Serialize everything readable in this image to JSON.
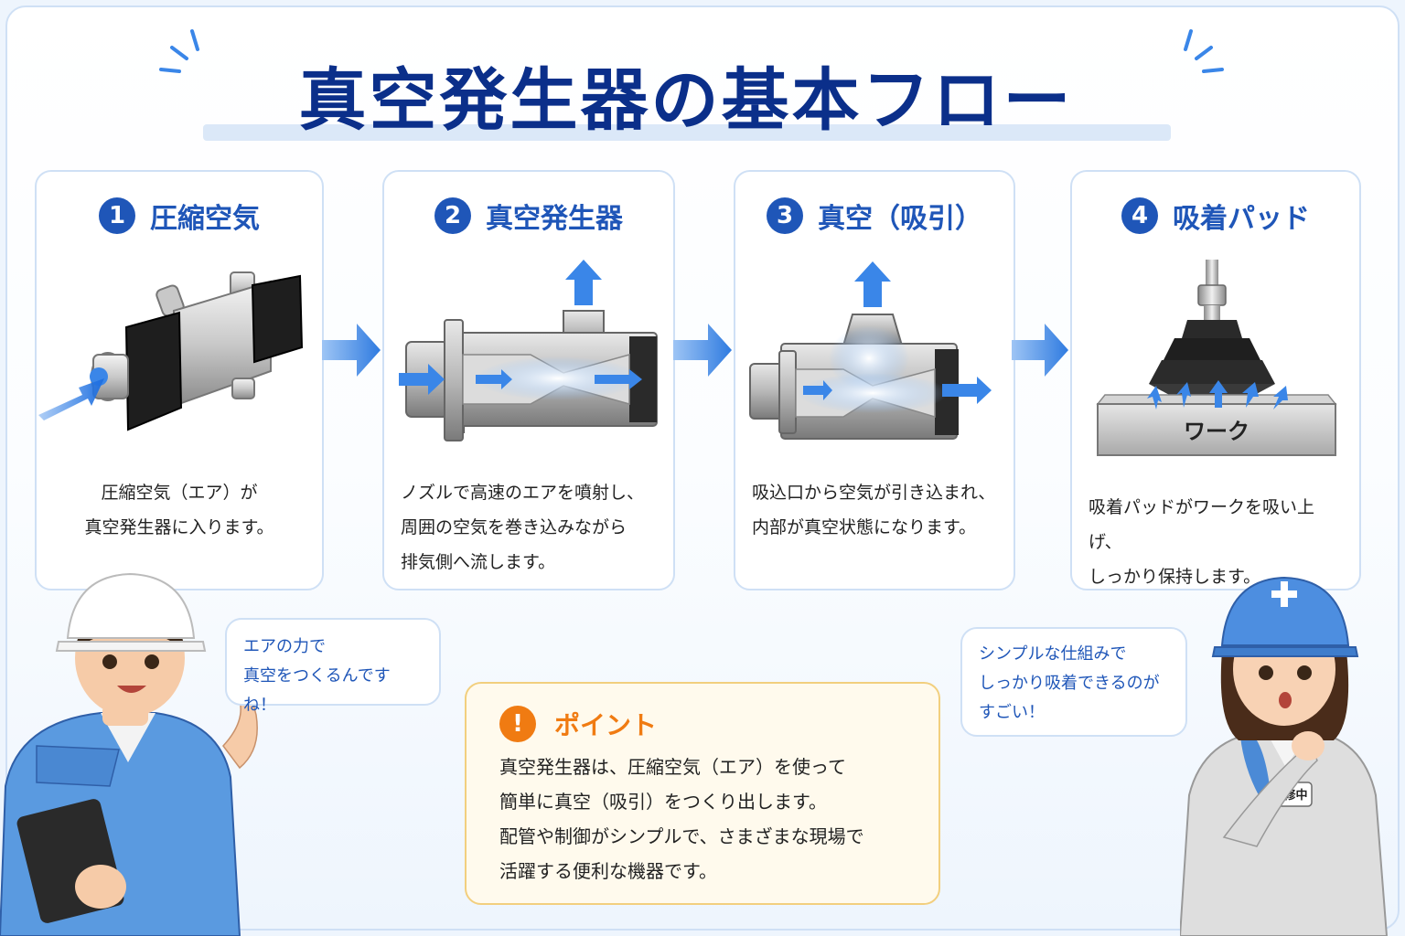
{
  "title": "真空発生器の基本フロー",
  "steps": [
    {
      "num": "1",
      "title": "圧縮空気",
      "desc_lines": [
        "圧縮空気（エア）が",
        "真空発生器に入ります。"
      ]
    },
    {
      "num": "2",
      "title": "真空発生器",
      "desc_lines": [
        "ノズルで高速のエアを噴射し、",
        "周囲の空気を巻き込みながら",
        "排気側へ流します。"
      ]
    },
    {
      "num": "3",
      "title": "真空（吸引）",
      "desc_lines": [
        "吸込口から空気が引き込まれ、",
        "内部が真空状態になります。"
      ]
    },
    {
      "num": "4",
      "title": "吸着パッド",
      "desc_lines": [
        "吸着パッドがワークを吸い上げ、",
        "しっかり保持します。"
      ]
    }
  ],
  "work_label": "ワーク",
  "bubbles": {
    "left": [
      "エアの力で",
      "真空をつくるんですね！"
    ],
    "right": [
      "シンプルな仕組みで",
      "しっかり吸着できるのが",
      "すごい！"
    ]
  },
  "point": {
    "icon": "!",
    "title": "ポイント",
    "lines": [
      "真空発生器は、圧縮空気（エア）を使って",
      "簡単に真空（吸引）をつくり出します。",
      "配管や制御がシンプルで、さまざまな現場で",
      "活躍する便利な機器です。"
    ]
  },
  "badge_text": "研修中",
  "colors": {
    "accent": "#1f56b8",
    "title": "#0b2f8a",
    "point": "#f07b12",
    "arrow": "#3a86e8"
  }
}
